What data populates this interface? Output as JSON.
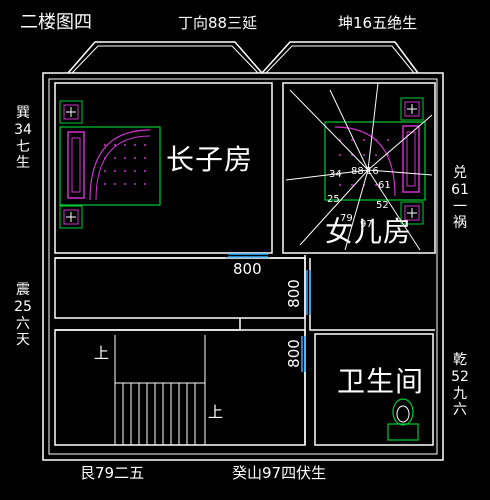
{
  "title": "二楼图四",
  "compass_labels": {
    "top_center": "丁向88三延",
    "top_right": "坤16五绝生",
    "left_upper": [
      "巽",
      "34",
      "七",
      "生"
    ],
    "left_lower": [
      "震",
      "25",
      "六",
      "天"
    ],
    "right_upper": [
      "兑",
      "61",
      "一",
      "祸"
    ],
    "right_lower": [
      "乾",
      "52",
      "九",
      "六"
    ],
    "bottom_left": "艮79二五",
    "bottom_center": "癸山97四伏生"
  },
  "rooms": {
    "master": "长子房",
    "daughter": "女儿房",
    "bathroom": "卫生间"
  },
  "dimensions": {
    "door_hall": "800",
    "door_right_upper": "800",
    "door_right_lower": "800"
  },
  "stairs": {
    "up_left": "上",
    "up_right": "上"
  },
  "bed_numbers": {
    "n34": "34",
    "n88": "88",
    "n16": "16",
    "n25": "25",
    "n61": "61",
    "n52": "52",
    "n79": "79",
    "n97": "97"
  },
  "colors": {
    "wall": "#ffffff",
    "furniture": "#00cc33",
    "accent": "#cc33cc",
    "door": "#33aaff",
    "text": "#ffffff"
  }
}
